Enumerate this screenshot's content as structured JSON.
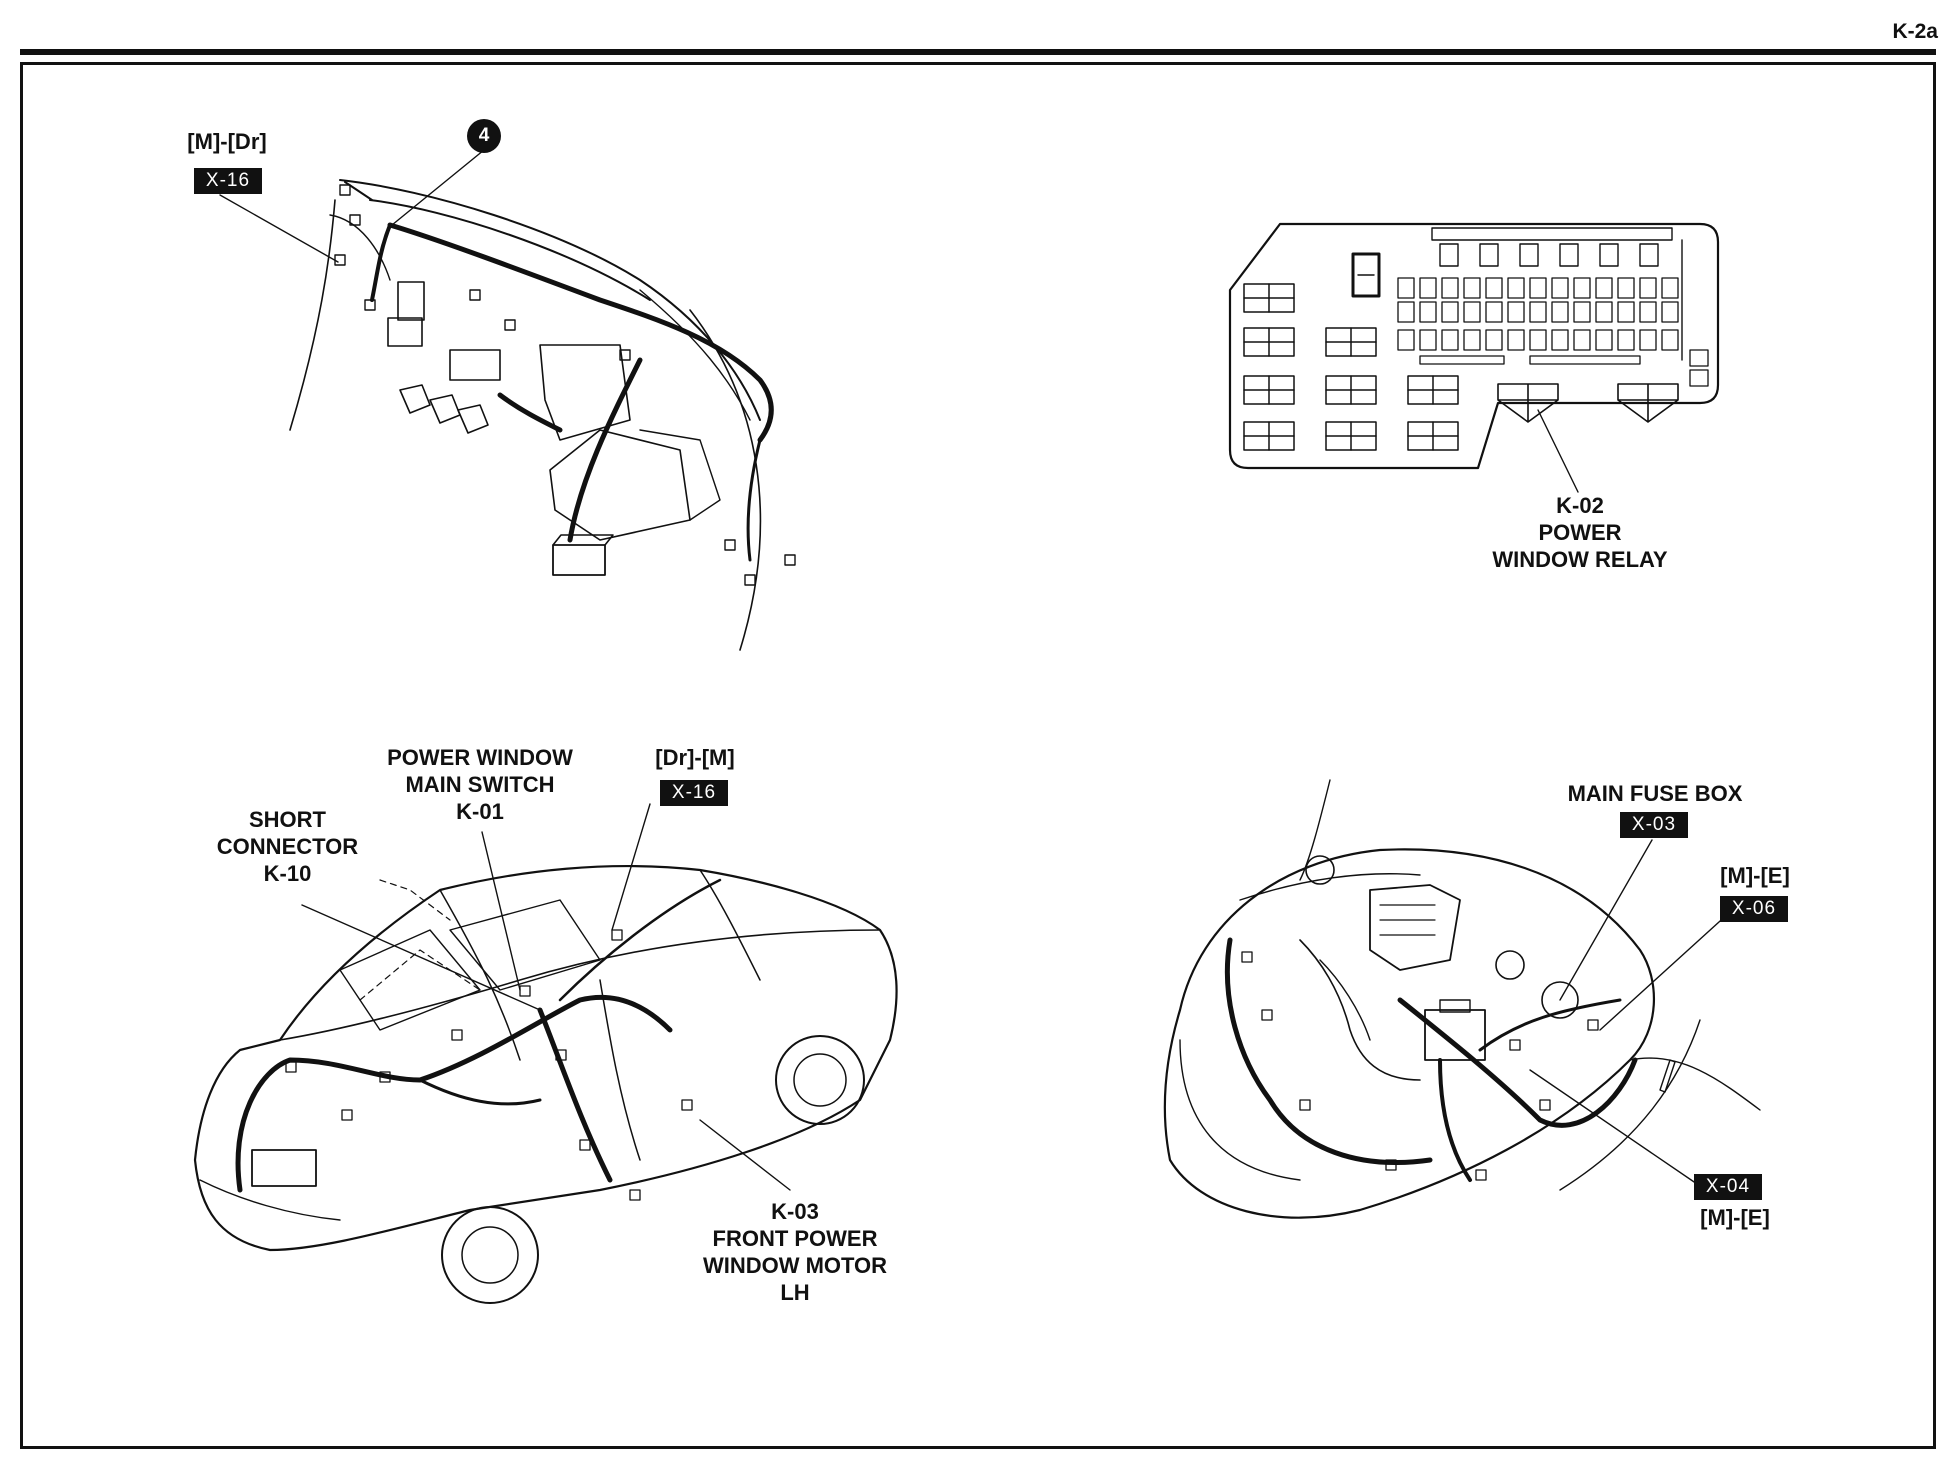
{
  "page": {
    "id": "K-2a"
  },
  "panels": {
    "dash": {
      "connector_code": "[M]-[Dr]",
      "connector_tag": "X-16",
      "ground_badge": "4"
    },
    "relay_box": {
      "code": "K-02",
      "name_line1": "POWER",
      "name_line2": "WINDOW RELAY"
    },
    "car_door": {
      "main_switch_line1": "POWER WINDOW",
      "main_switch_line2": "MAIN SWITCH",
      "main_switch_code": "K-01",
      "short_connector_line1": "SHORT",
      "short_connector_line2": "CONNECTOR",
      "short_connector_code": "K-10",
      "connector_code": "[Dr]-[M]",
      "connector_tag": "X-16",
      "motor_code": "K-03",
      "motor_line1": "FRONT POWER",
      "motor_line2": "WINDOW MOTOR",
      "motor_line3": "LH"
    },
    "engine_bay": {
      "fuse_box_label": "MAIN FUSE BOX",
      "fuse_box_tag": "X-03",
      "connector_a_code": "[M]-[E]",
      "connector_a_tag": "X-06",
      "connector_b_tag": "X-04",
      "connector_b_code": "[M]-[E]"
    }
  }
}
